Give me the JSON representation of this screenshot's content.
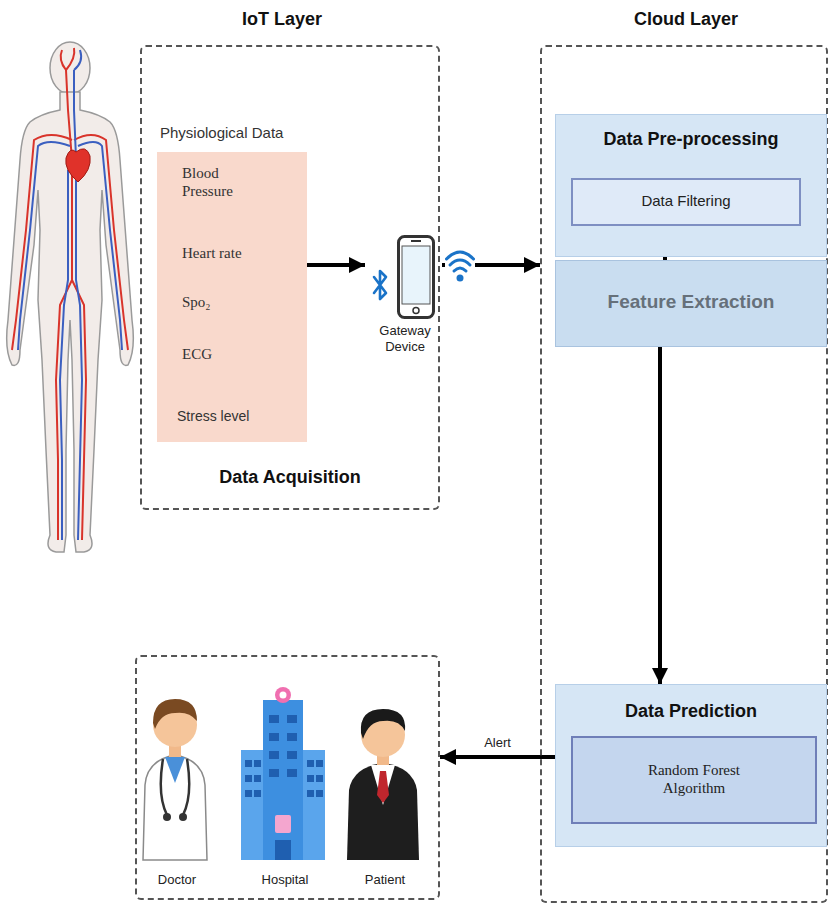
{
  "diagram": {
    "nodes": [
      {
        "text": [
          "IoT Layer",
          "Data Acquisition"
        ]
      },
      {
        "text": [
          "Physiological Data",
          "Blood Pressure",
          "Heart rate",
          "Spo₂",
          "ECG",
          "Stress level"
        ],
        "in": 0
      },
      {
        "text": [
          "Gateway Device"
        ],
        "in": 0
      },
      {
        "text": [
          "Cloud Layer"
        ]
      },
      {
        "text": [
          "Data Pre-processing"
        ],
        "in": 3
      },
      {
        "text": [
          "Data Filtering"
        ],
        "in": 4
      },
      {
        "text": [
          "Feature Extraction"
        ],
        "in": 3
      },
      {
        "text": [
          "Data Prediction"
        ],
        "in": 3
      },
      {
        "text": [
          "Random Forest Algorithm"
        ],
        "in": 7
      },
      {
        "text": [
          "Doctor",
          "Hospital",
          "Patient"
        ]
      }
    ],
    "edges": [
      {
        "from": 1,
        "to": 2,
        "arrow": "to"
      },
      {
        "from": 2,
        "to": 3,
        "arrow": "to"
      },
      {
        "from": 5,
        "to": 6,
        "arrow": "to"
      },
      {
        "from": 6,
        "to": 7,
        "arrow": "to"
      },
      {
        "from": 7,
        "to": 9,
        "label": "Alert",
        "arrow": "to"
      }
    ]
  }
}
